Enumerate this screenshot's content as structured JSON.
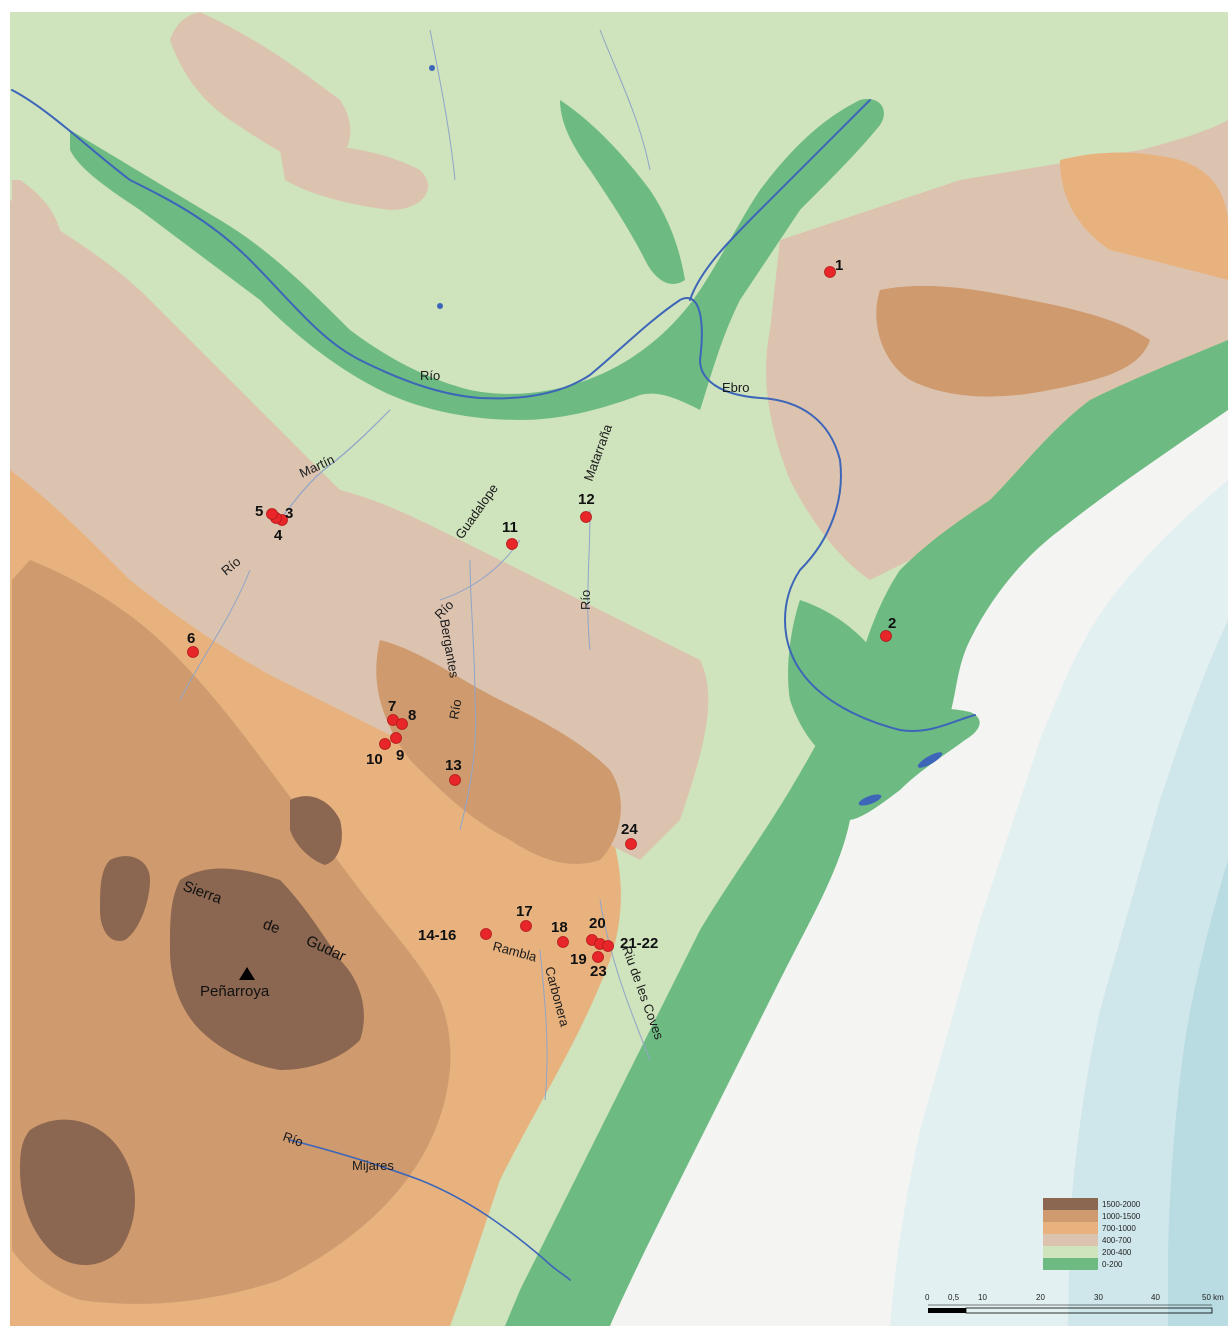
{
  "map": {
    "colors": {
      "sea_deep": "#b9dbe2",
      "sea_mid": "#cfe6ea",
      "sea_shallow": "#e3f0f1",
      "coast_white": "#f4f4f2",
      "band_0_200": "#6dbb82",
      "band_200_400": "#cfe3bd",
      "band_400_700": "#dcc3b0",
      "band_700_1000": "#e8b27f",
      "band_1000_1500": "#cf9a6e",
      "band_1500_2000": "#8b6650",
      "river": "#3d66b8",
      "site": "#e8262a"
    },
    "sites": [
      {
        "id": "site-1",
        "label": "1"
      },
      {
        "id": "site-2",
        "label": "2"
      },
      {
        "id": "site-3",
        "label": "3"
      },
      {
        "id": "site-4",
        "label": "4"
      },
      {
        "id": "site-5",
        "label": "5"
      },
      {
        "id": "site-6",
        "label": "6"
      },
      {
        "id": "site-7",
        "label": "7"
      },
      {
        "id": "site-8",
        "label": "8"
      },
      {
        "id": "site-9",
        "label": "9"
      },
      {
        "id": "site-10",
        "label": "10"
      },
      {
        "id": "site-11",
        "label": "11"
      },
      {
        "id": "site-12",
        "label": "12"
      },
      {
        "id": "site-13",
        "label": "13"
      },
      {
        "id": "site-14-16",
        "label": "14-16"
      },
      {
        "id": "site-17",
        "label": "17"
      },
      {
        "id": "site-18",
        "label": "18"
      },
      {
        "id": "site-19",
        "label": "19"
      },
      {
        "id": "site-20",
        "label": "20"
      },
      {
        "id": "site-21-22",
        "label": "21-22"
      },
      {
        "id": "site-23",
        "label": "23"
      },
      {
        "id": "site-24",
        "label": "24"
      }
    ],
    "river_labels": {
      "rio_ebro_1": "Río",
      "rio_ebro_2": "Ebro",
      "martin": "Martín",
      "rio_martin": "Río",
      "guadalope": "Guadalope",
      "rio_guadalope": "Río",
      "matarrana": "Matarraña",
      "rio_matarrana": "Río",
      "bergantes": "Bergantes",
      "rio_bergantes": "Río",
      "rambla": "Rambla",
      "carbonera": "Carbonera",
      "riu_coves": "Riu de les Coves",
      "rio_mijares": "Río",
      "mijares": "Mijares"
    },
    "places": {
      "sierra": "Sierra",
      "de": "de",
      "gudar": "Gudar",
      "penarroya": "Peñarroya"
    },
    "legend": {
      "items": [
        "1500-2000",
        "1000-1500",
        "700-1000",
        "400-700",
        "200-400",
        "0-200"
      ]
    },
    "scale": {
      "ticks": [
        "0",
        "0,5",
        "10",
        "20",
        "30",
        "40",
        "50 km"
      ]
    }
  }
}
